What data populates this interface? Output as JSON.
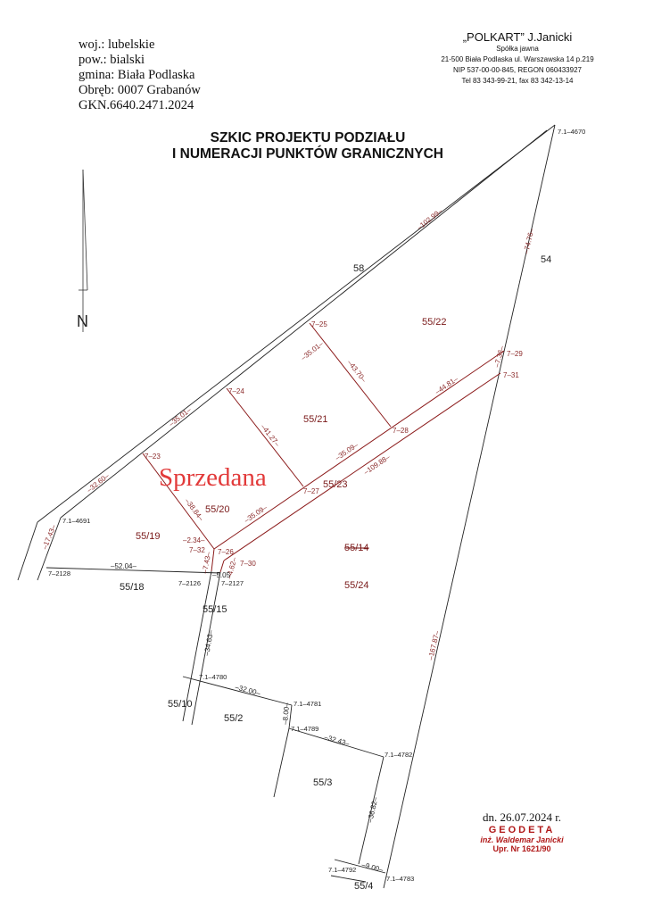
{
  "header_left": [
    "woj.: lubelskie",
    "pow.: bialski",
    "gmina: Biała Podlaska",
    "Obręb: 0007 Grabanów",
    "GKN.6640.2471.2024"
  ],
  "company": {
    "name": "„POLKART” J.Janicki",
    "type": "Spółka jawna",
    "address": "21-500 Biała Podlaska ul. Warszawska 14 p.219",
    "ids": "NIP 537-00-00-845, REGON 060433927",
    "phone": "Tel 83 343-99-21, fax 83 342-13-14"
  },
  "title": [
    "SZKIC PROJEKTU PODZIAŁU",
    "I NUMERACJI PUNKTÓW GRANICZNYCH"
  ],
  "north_label": "N",
  "stamp": "Sprzedana",
  "signature": {
    "date": "dn. 26.07.2024 r.",
    "role": "GEODETA",
    "name": "inż. Waldemar Janicki",
    "license": "Upr. Nr 1621/90"
  },
  "parcels": [
    "58",
    "54",
    "55/22",
    "55/21",
    "55/20",
    "55/23",
    "55/19",
    "55/14",
    "55/24",
    "55/18",
    "55/15",
    "55/10",
    "55/2",
    "55/3",
    "55/4"
  ],
  "points": [
    "7.1–4670",
    "7.1–4691",
    "7–23",
    "7–24",
    "7–25",
    "7–26",
    "7–27",
    "7–28",
    "7–29",
    "7–30",
    "7–31",
    "7–32",
    "7–2126",
    "7–2127",
    "7–2128",
    "7.1–4780",
    "7.1–4781",
    "7.1–4789",
    "7.1–4782",
    "7.1–4792",
    "7.1–4783"
  ],
  "dimensions": [
    "–102.99–",
    "–74.76–",
    "–35.01–",
    "–35.01–",
    "–32.60–",
    "–17.43–",
    "–43.70–",
    "–41.27–",
    "–44.81–",
    "–7.36–",
    "–35.09–",
    "–109.88–",
    "–38.84–",
    "–35.09–",
    "–2.34–",
    "–7.43–",
    "–4.62–",
    "–5.05",
    "–52.04–",
    "–34.63–",
    "–167.87–",
    "–32.00–",
    "–8.00–",
    "–32.43–",
    "–36.82–",
    "–9.00–"
  ],
  "colors": {
    "proposed_line": "#8b1a1a",
    "existing_line": "#222222",
    "stamp": "#e23a3a",
    "signature": "#b01818"
  }
}
